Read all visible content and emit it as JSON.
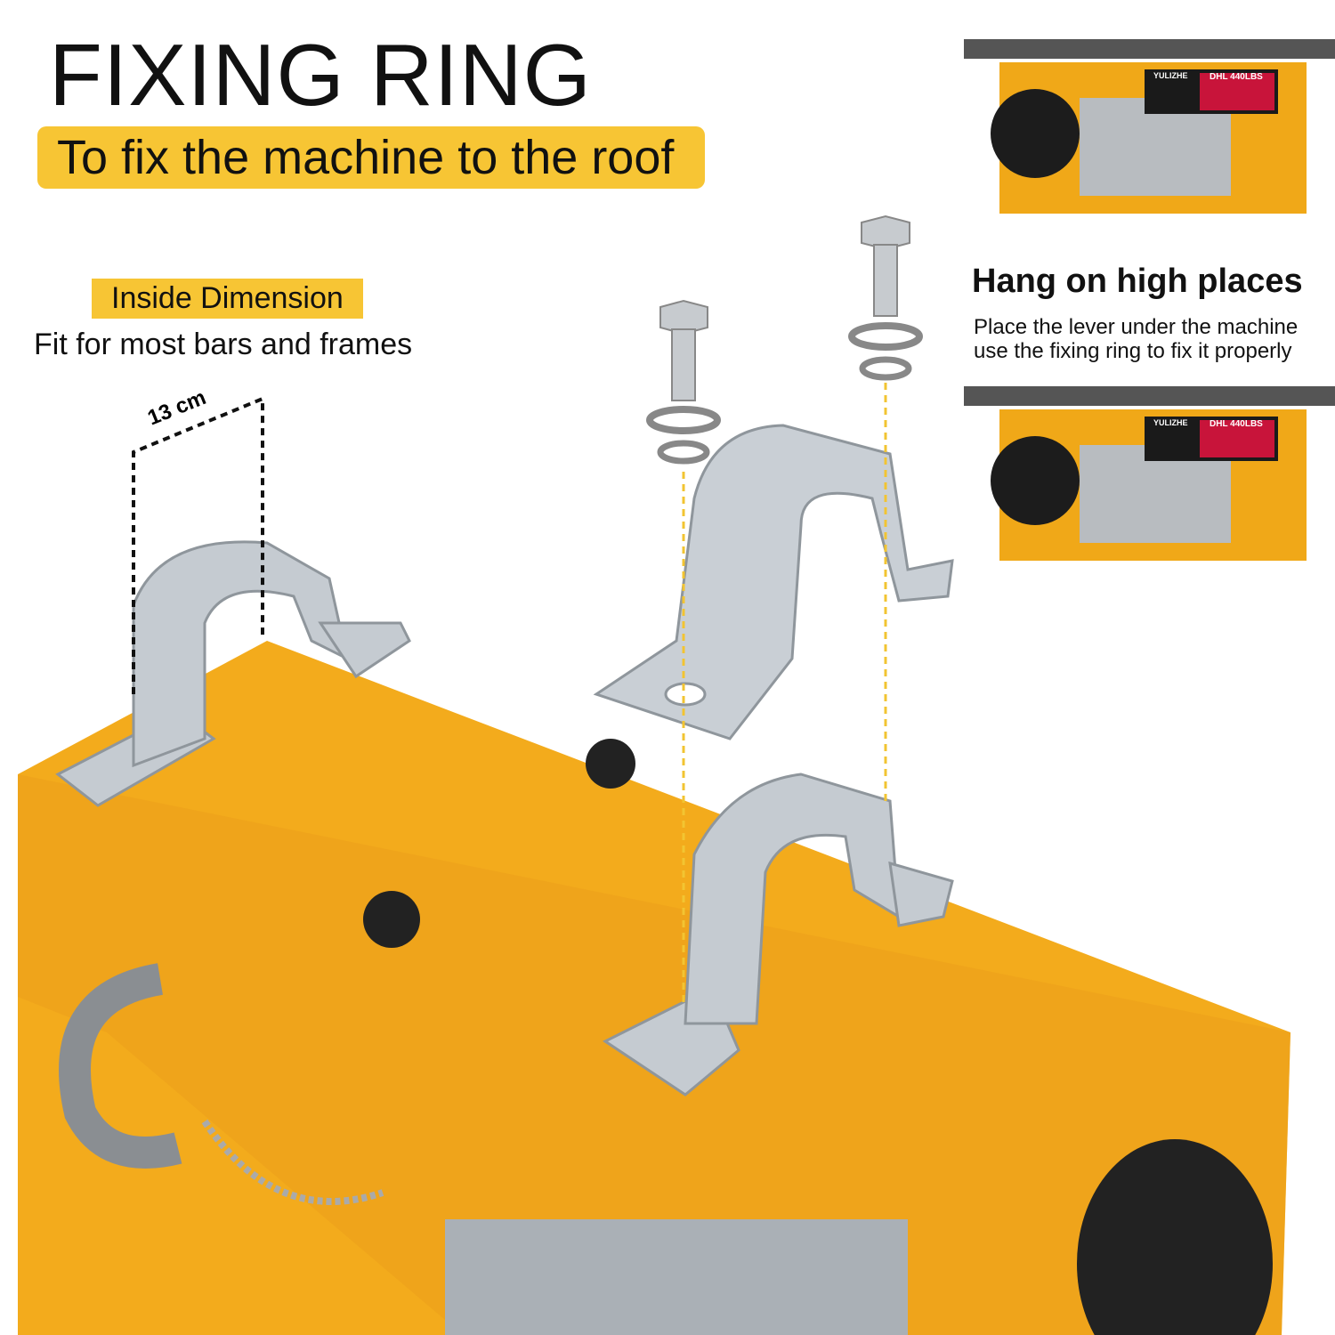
{
  "header": {
    "title": "FIXING RING",
    "subtitle": "To fix the machine to the roof"
  },
  "dimension": {
    "label": "Inside Dimension",
    "description": "Fit for most bars and frames",
    "measurement": "13 cm"
  },
  "side_panel": {
    "title": "Hang on high places",
    "lines": [
      "Place the lever under the machine",
      "use the fixing ring to fix it properly"
    ],
    "product_label": {
      "brand": "YULIZHE",
      "model": "DHL 440LBS"
    }
  },
  "colors": {
    "accent": "#f7c534",
    "body": "#f0a818",
    "steel": "#c8ccd0"
  }
}
